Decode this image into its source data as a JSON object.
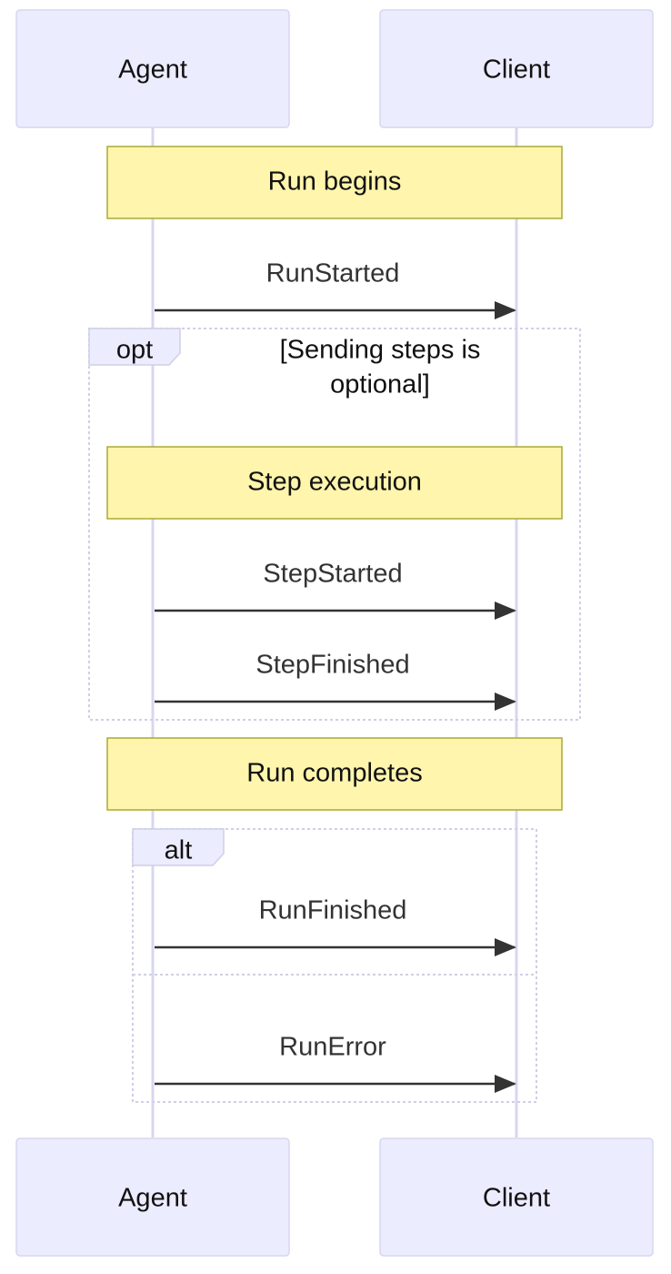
{
  "diagram": {
    "type": "sequence",
    "participants": [
      {
        "id": "agent",
        "label": "Agent"
      },
      {
        "id": "client",
        "label": "Client"
      }
    ],
    "notes": [
      {
        "id": "run_begins",
        "text": "Run begins"
      },
      {
        "id": "step_execution",
        "text": "Step execution"
      },
      {
        "id": "run_completes",
        "text": "Run completes"
      }
    ],
    "messages": [
      {
        "id": "run_started",
        "from": "agent",
        "to": "client",
        "label": "RunStarted"
      },
      {
        "id": "step_started",
        "from": "agent",
        "to": "client",
        "label": "StepStarted"
      },
      {
        "id": "step_finished",
        "from": "agent",
        "to": "client",
        "label": "StepFinished"
      },
      {
        "id": "run_finished",
        "from": "agent",
        "to": "client",
        "label": "RunFinished"
      },
      {
        "id": "run_error",
        "from": "agent",
        "to": "client",
        "label": "RunError"
      }
    ],
    "fragments": [
      {
        "id": "opt",
        "kind": "opt",
        "condition_lines": [
          "[Sending steps is",
          "optional]"
        ]
      },
      {
        "id": "alt",
        "kind": "alt"
      }
    ],
    "colors": {
      "actor_fill": "#ECECFF",
      "note_fill": "#FFF5AD",
      "note_border": "#AAAA33",
      "arrow": "#333333",
      "lifeline": "#D7D7F2"
    }
  }
}
